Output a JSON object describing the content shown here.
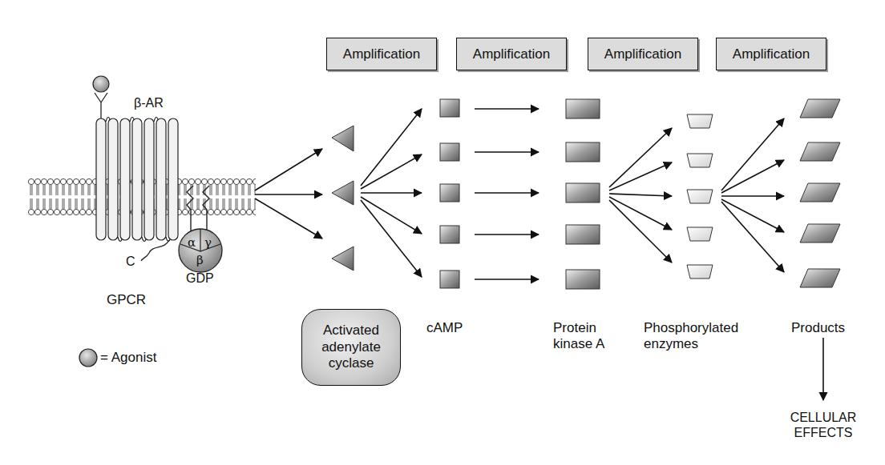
{
  "diagram": {
    "nodes": [
      {
        "text": [
          "Amplification"
        ]
      },
      {
        "text": [
          "Amplification"
        ]
      },
      {
        "text": [
          "Amplification"
        ]
      },
      {
        "text": [
          "Amplification"
        ]
      },
      {
        "text": [
          "α",
          "γ",
          "β"
        ]
      },
      {
        "text": [
          "Activated adenylate cyclase"
        ]
      }
    ],
    "labels": [
      "β-AR",
      "C",
      "GDP",
      "GPCR",
      "cAMP",
      "Protein kinase A",
      "Phosphorylated enzymes",
      "Products",
      "CELLULAR EFFECTS"
    ],
    "legend": [
      {
        "text": "= Agonist"
      }
    ]
  }
}
